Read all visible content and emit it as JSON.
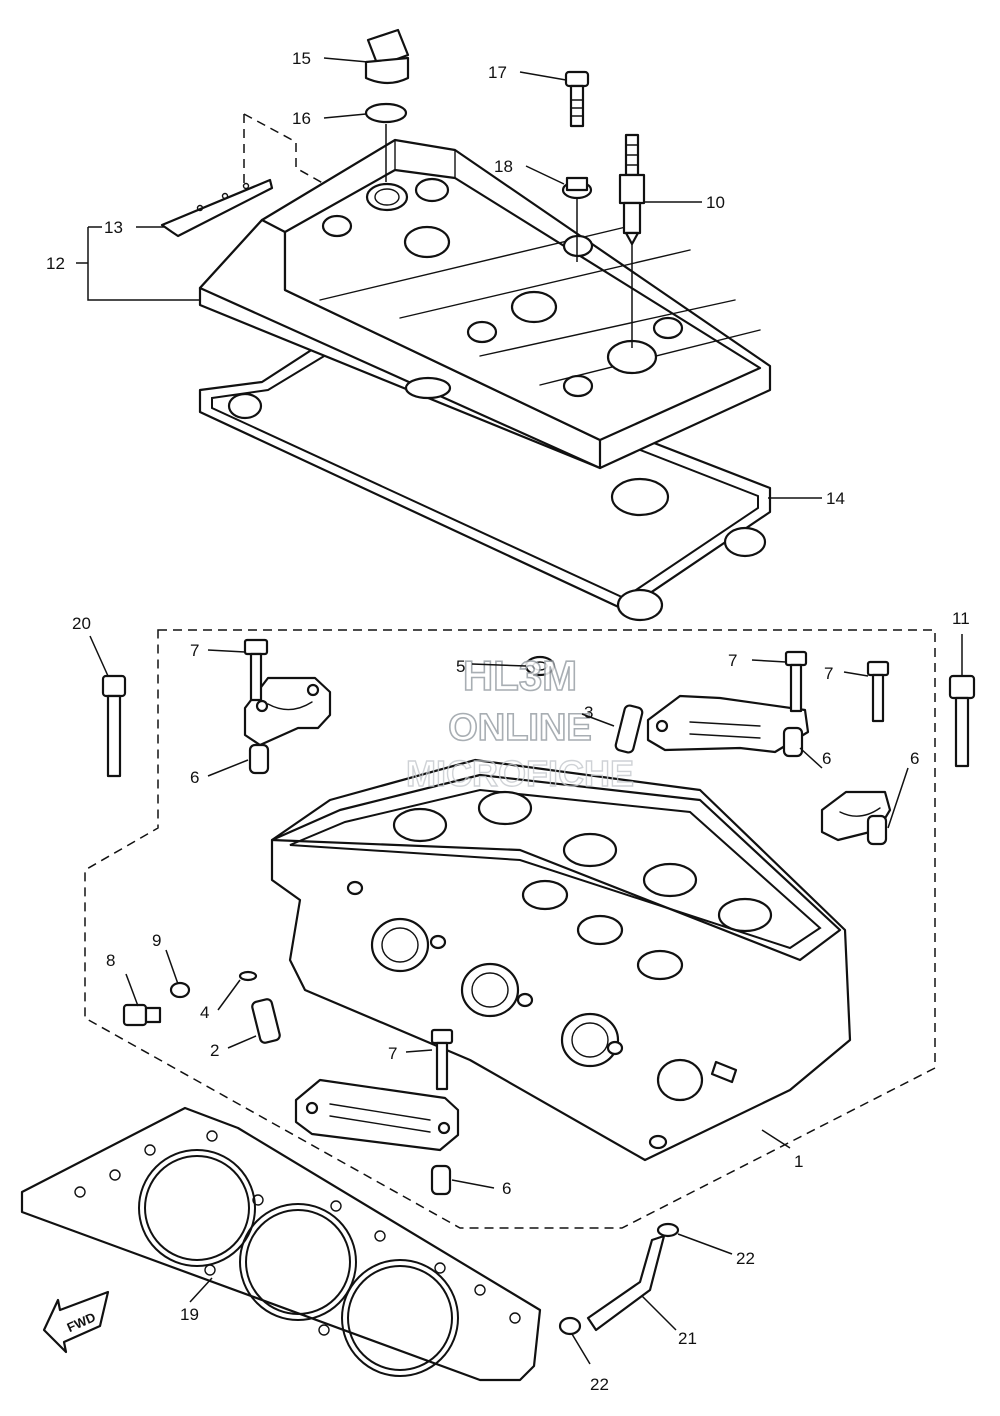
{
  "watermark": {
    "line1": "HL3M",
    "line2": "ONLINE",
    "line3": "MICROFICHE"
  },
  "fwd_label": "FWD",
  "callouts": {
    "c1": "1",
    "c2": "2",
    "c3": "3",
    "c4": "4",
    "c5": "5",
    "c6a": "6",
    "c6b": "6",
    "c6c": "6",
    "c6d": "6",
    "c7a": "7",
    "c7b": "7",
    "c7c": "7",
    "c7d": "7",
    "c8": "8",
    "c9": "9",
    "c10": "10",
    "c11": "11",
    "c12": "12",
    "c13": "13",
    "c14": "14",
    "c15": "15",
    "c16": "16",
    "c17": "17",
    "c18": "18",
    "c19": "19",
    "c20": "20",
    "c21": "21",
    "c22a": "22",
    "c22b": "22"
  }
}
